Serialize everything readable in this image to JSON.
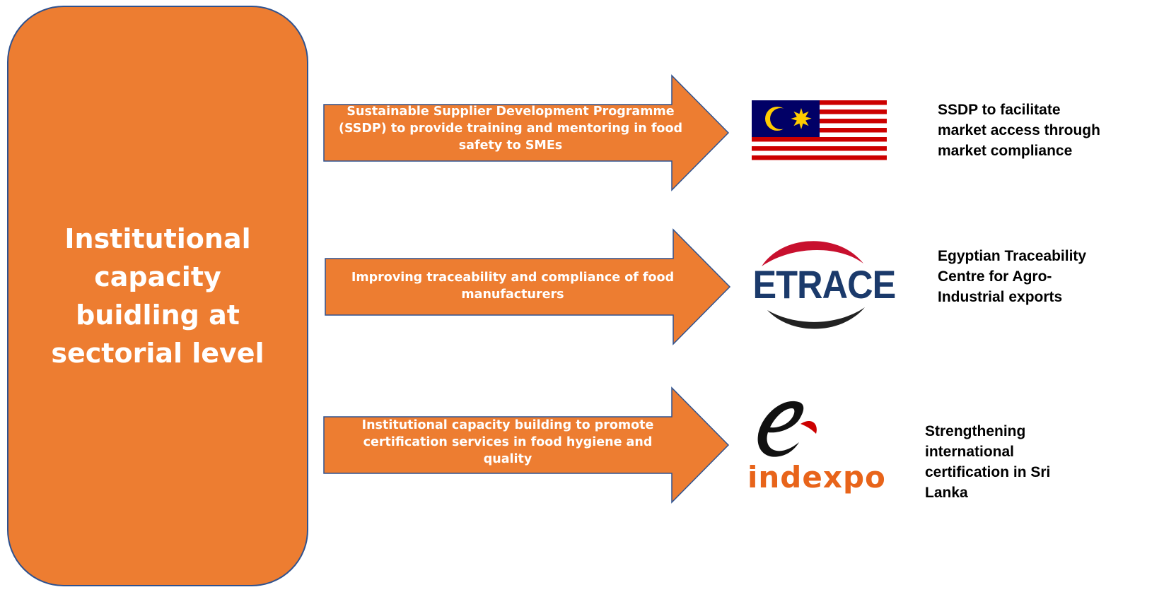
{
  "main_box": {
    "title": "Institutional capacity buidling at sectorial level"
  },
  "rows": [
    {
      "arrow_text": "Sustainable Supplier Development Programme (SSDP) to provide training and mentoring in food safety to SMEs",
      "logo": "malaysia-flag",
      "caption": "SSDP to facilitate market access through market compliance"
    },
    {
      "arrow_text": "Improving traceability and compliance of food manufacturers",
      "logo": "etrace-logo",
      "logo_text": "ETRACE",
      "caption": "Egyptian Traceability Centre for Agro-Industrial exports"
    },
    {
      "arrow_text": "Institutional capacity building to promote certification services in food hygiene and quality",
      "logo": "indexpo-logo",
      "logo_text": "indexpo",
      "caption": "Strengthening international certification in Sri Lanka"
    }
  ],
  "colors": {
    "orange": "#ed7d31",
    "outline_blue": "#2f528f",
    "flag_red": "#cc0000",
    "flag_blue": "#010066",
    "flag_yellow": "#ffcc00",
    "etrace_blue": "#1b3a6b",
    "indexpo_orange": "#e8641a"
  }
}
